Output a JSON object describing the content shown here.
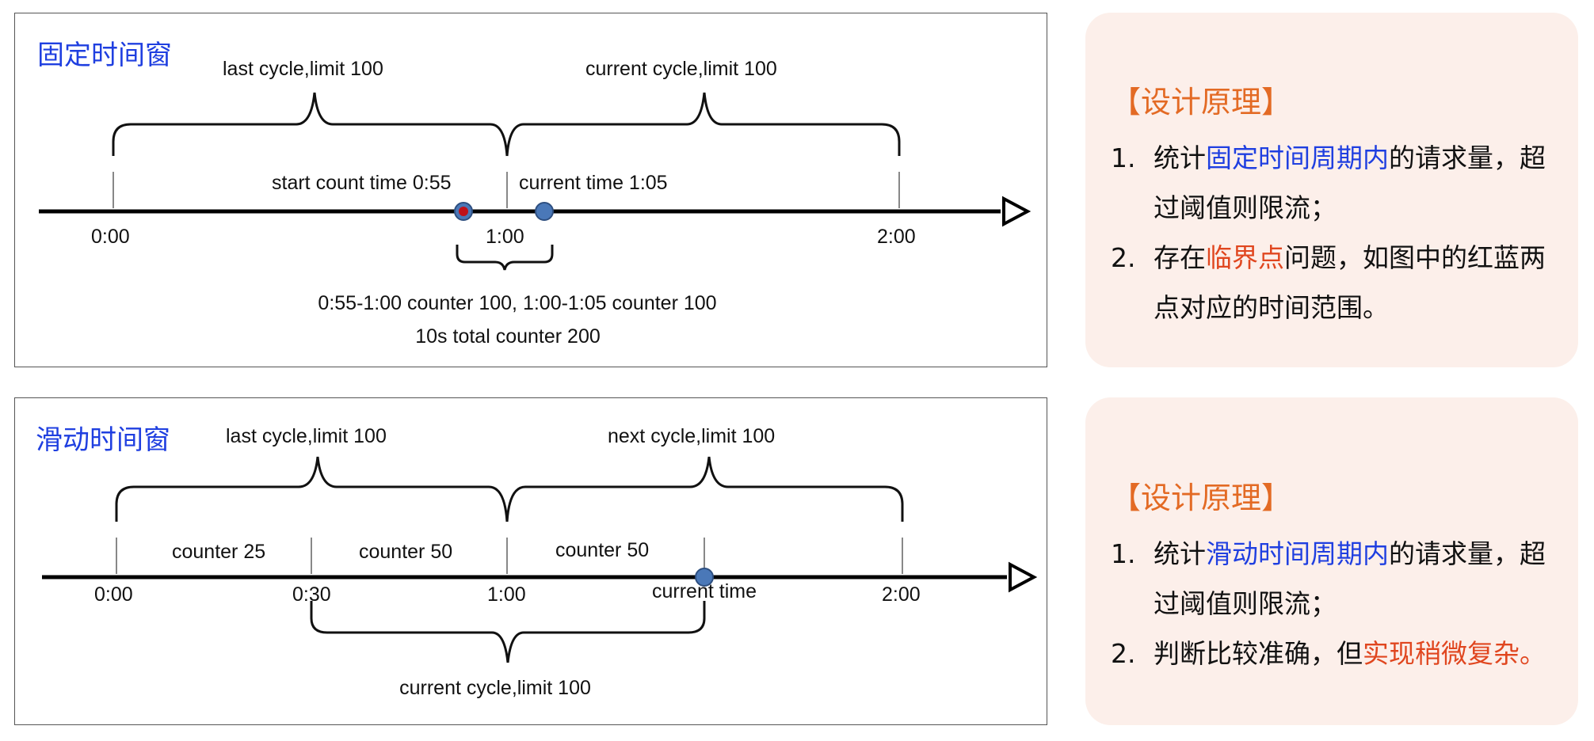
{
  "fixed_window": {
    "title": "固定时间窗",
    "last_cycle": "last cycle,limit 100",
    "current_cycle": "current cycle,limit 100",
    "start_count": "start count time 0:55",
    "current_time": "current time 1:05",
    "tick_0": "0:00",
    "tick_1": "1:00",
    "tick_2": "2:00",
    "note_1": "0:55-1:00 counter 100, 1:00-1:05 counter 100",
    "note_2": "10s total counter 200",
    "colors": {
      "red_dot": "#c0121a",
      "blue_dot": "#4a78b8"
    }
  },
  "sliding_window": {
    "title": "滑动时间窗",
    "last_cycle": "last cycle,limit 100",
    "next_cycle": "next cycle,limit 100",
    "counter_a": "counter 25",
    "counter_b": "counter 50",
    "counter_c": "counter 50",
    "current_time": "current time",
    "tick_0": "0:00",
    "tick_1": "0:30",
    "tick_2": "1:00",
    "tick_3": "2:00",
    "current_cycle": "current cycle,limit 100"
  },
  "card_fixed": {
    "heading": "【设计原理】",
    "items": [
      {
        "num": "1.",
        "pre": "统计",
        "hl": "固定时间周期内",
        "post": "的请求量，超过阈值则限流；"
      },
      {
        "num": "2.",
        "pre": "存在",
        "hl": "临界点",
        "post": "问题，如图中的红蓝两点对应的时间范围。"
      }
    ]
  },
  "card_sliding": {
    "heading": "【设计原理】",
    "items": [
      {
        "num": "1.",
        "pre": "统计",
        "hl": "滑动时间周期内",
        "post": "的请求量，超过阈值则限流；"
      },
      {
        "num": "2.",
        "pre": "判断比较准确，但",
        "hl": "实现稍微复杂。",
        "post": ""
      }
    ]
  },
  "theme": {
    "blue": "#1f3fe0",
    "orange": "#e36a24",
    "red": "#e0461f",
    "card_bg": "#fcefea"
  }
}
